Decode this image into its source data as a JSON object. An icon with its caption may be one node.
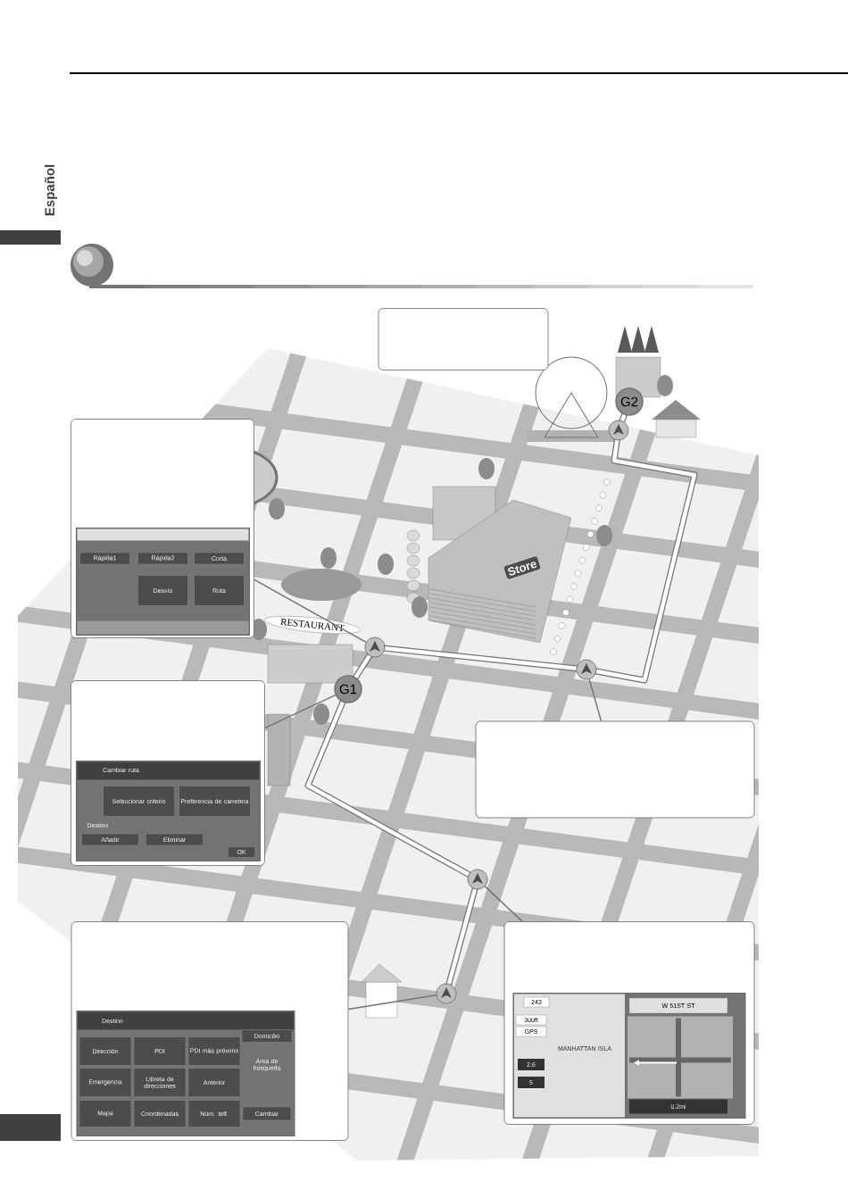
{
  "diagram": {
    "nodes": [
      {
        "text": [],
        "shape": "box"
      },
      {
        "text": [],
        "shape": "box"
      },
      {
        "text": [
          "Rápida1",
          "Rápida2",
          "Corta",
          "Desvío",
          "Ruta"
        ],
        "in": 1
      },
      {
        "text": [],
        "shape": "box"
      },
      {
        "text": [
          "Cambiar ruta",
          "Seleccionar criterio",
          "Preferencia de carretera",
          "Destino",
          "Añadir",
          "Eliminar",
          "OK"
        ],
        "in": 3
      },
      {
        "text": [],
        "shape": "box"
      },
      {
        "text": [],
        "shape": "box"
      },
      {
        "text": [
          "Destino",
          "Dirección",
          "PDI",
          "PDI más próximo",
          "Domicilio",
          "Área de búsqueda",
          "Emergencia",
          "Libreta de direcciones",
          "Anterior",
          "Mapa",
          "Coordenadas",
          "Núm. telf.",
          "Cambiar"
        ],
        "in": 6
      },
      {
        "text": [],
        "shape": "box"
      },
      {
        "text": [
          "W 51ST ST",
          "243",
          "300ft",
          "GPS",
          "MANHATTAN ISLA",
          "2.6",
          "5",
          "0.2mi"
        ],
        "in": 8
      },
      {
        "text": [
          "G2"
        ]
      },
      {
        "text": [
          "G1"
        ]
      },
      {
        "text": [],
        "shape": "circle"
      },
      {
        "text": [],
        "shape": "circle"
      },
      {
        "text": [],
        "shape": "circle"
      },
      {
        "text": [],
        "shape": "circle"
      },
      {
        "text": [],
        "shape": "circle"
      }
    ],
    "edges": [
      {
        "from": 1,
        "to": 13,
        "arrow": "none",
        "color": "#737373"
      },
      {
        "from": 3,
        "to": 11,
        "arrow": "none",
        "color": "#737373"
      },
      {
        "from": 5,
        "to": 14,
        "arrow": "none",
        "color": "#737373"
      },
      {
        "from": 6,
        "to": 16,
        "arrow": "none",
        "color": "#737373"
      },
      {
        "from": 8,
        "to": 15,
        "arrow": "none",
        "color": "#737373"
      },
      {
        "from": 16,
        "to": 15,
        "arrow": "none"
      },
      {
        "from": 15,
        "to": 11,
        "arrow": "none"
      },
      {
        "from": 11,
        "to": 13,
        "arrow": "none"
      },
      {
        "from": 13,
        "to": 14,
        "arrow": "none"
      },
      {
        "from": 14,
        "to": 12,
        "arrow": "none"
      },
      {
        "from": 12,
        "to": 10,
        "arrow": "none"
      }
    ],
    "labels": [
      "Español",
      "Store",
      "RESTAURANT"
    ]
  }
}
